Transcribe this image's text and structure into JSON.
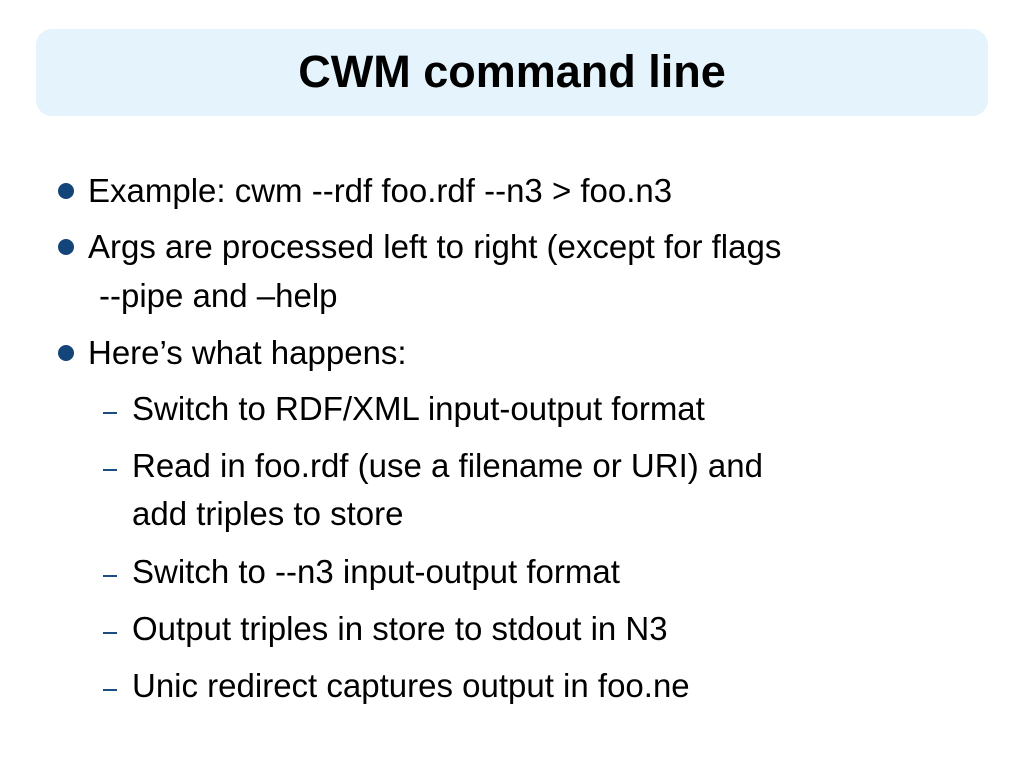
{
  "slide": {
    "title": "CWM command line",
    "colors": {
      "title_background": "#e4f3fc",
      "bullet": "#14457a",
      "dash": "#1c4c80",
      "text": "#000000"
    },
    "bullets": [
      {
        "lines": [
          "Example: cwm --rdf foo.rdf --n3  > foo.n3"
        ]
      },
      {
        "lines": [
          "Args are processed left to right (except for flags",
          "--pipe and –help"
        ]
      },
      {
        "lines": [
          "Here’s what happens:"
        ],
        "subitems": [
          {
            "lines": [
              "Switch to RDF/XML input-output format"
            ]
          },
          {
            "lines": [
              "Read in foo.rdf (use a filename or URI) and",
              "add triples to store"
            ]
          },
          {
            "lines": [
              "Switch to --n3 input-output format"
            ]
          },
          {
            "lines": [
              "Output triples in store to stdout in N3"
            ]
          },
          {
            "lines": [
              "Unic redirect captures output in foo.ne"
            ]
          }
        ]
      }
    ]
  }
}
